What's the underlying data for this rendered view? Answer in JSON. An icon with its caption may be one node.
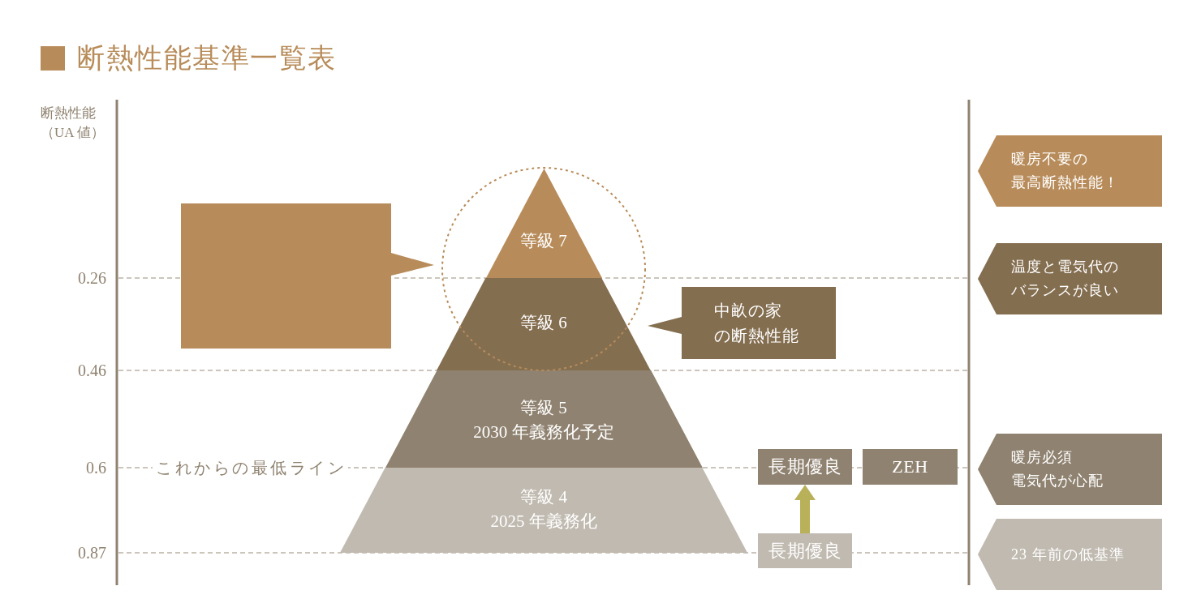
{
  "diagram": {
    "title": "断熱性能基準一覧表",
    "nodes": [
      {
        "text": [],
        "shape": "box"
      },
      {
        "text": [
          "等級 7"
        ]
      },
      {
        "text": [
          "等級 6"
        ]
      },
      {
        "text": [
          "中畝の家の断熱性能"
        ]
      },
      {
        "text": [
          "等級 5",
          "2030 年義務化予定"
        ]
      },
      {
        "text": [
          "等級 4",
          "2025 年義務化"
        ]
      },
      {
        "text": [
          "長期優良"
        ]
      },
      {
        "text": [
          "ZEH"
        ]
      },
      {
        "text": [
          "長期優良"
        ]
      },
      {
        "text": [
          "暖房不要の最高断熱性能！"
        ]
      },
      {
        "text": [
          "温度と電気代のバランスが良い"
        ]
      },
      {
        "text": [
          "暖房必須電気代が心配"
        ]
      },
      {
        "text": [
          "23 年前の低基準"
        ]
      }
    ],
    "edges": [
      {
        "from": 8,
        "to": 6,
        "arrow": "to"
      }
    ],
    "labels": [
      "断熱性能（UA 値）",
      "0.26",
      "0.46",
      "0.6",
      "これからの最低ライン",
      "0.87"
    ]
  }
}
